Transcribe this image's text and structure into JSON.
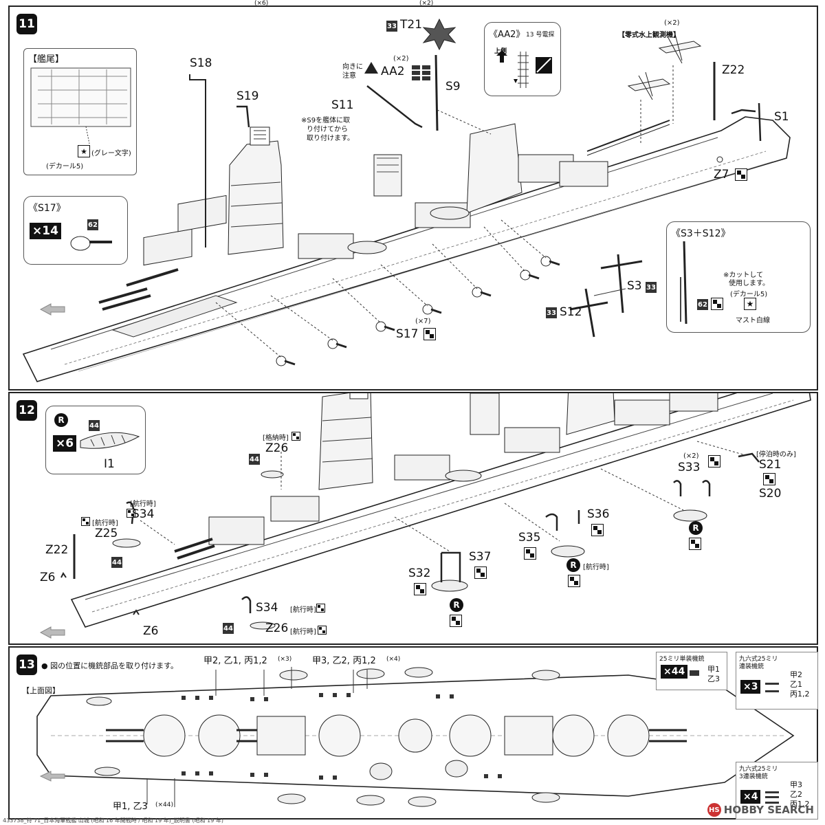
{
  "top_fragments": {
    "left": "(×6)",
    "right": "(×2)"
  },
  "step11": {
    "number": "11",
    "stern_box": {
      "title": "【艦尾】",
      "label": "(グレー文字)",
      "decal": "(デカール5)"
    },
    "s17_box": {
      "title": "《S17》",
      "count": "×14",
      "part_num": "62"
    },
    "aa2_box": {
      "title": "《AA2》",
      "subtitle": "13 号電探",
      "up": "上側"
    },
    "aa2_warning": {
      "note_line1": "向きに",
      "note_line2": "注意",
      "qty": "(×2)",
      "label": "AA2"
    },
    "t21": {
      "num": "33",
      "label": "T21"
    },
    "s9": "S9",
    "s11": "S11",
    "s9_note": [
      "※S9を艦体に取",
      "り付けてから",
      "取り付けます。"
    ],
    "s18": "S18",
    "s19": "S19",
    "plane": {
      "qty": "(×2)",
      "label": "【零式水上観測機】"
    },
    "z22": "Z22",
    "s1": "S1",
    "z7": "Z7",
    "s17": {
      "qty": "(×7)",
      "label": "S17"
    },
    "s3": {
      "label": "S3",
      "num": "33"
    },
    "s12": {
      "label": "S12",
      "num": "33"
    },
    "s3s12_box": {
      "title": "《S3＋S12》",
      "note1": "※カットして",
      "note2": "使用します。",
      "decal": "(デカール5)",
      "num": "62",
      "mast": "マスト白線"
    }
  },
  "step12": {
    "number": "12",
    "boat_box": {
      "mark": "R",
      "count": "×6",
      "num": "44",
      "label": "I1"
    },
    "z26_stowed": {
      "note": "[格納時]",
      "label": "Z26",
      "num": "44"
    },
    "s34_top": {
      "note": "[航行時]",
      "label": "S34"
    },
    "z25": {
      "note": "[航行時]",
      "label": "Z25",
      "num": "44"
    },
    "z22": "Z22",
    "z6_a": "Z6",
    "z6_b": "Z6",
    "s34_bottom": {
      "label": "S34",
      "note": "[航行時]"
    },
    "z26_bottom": {
      "num": "44",
      "label": "Z26",
      "note": "[航行時]"
    },
    "s32": "S32",
    "s37": "S37",
    "s35": "S35",
    "s36": "S36",
    "s36_note": "[航行時]",
    "s33": {
      "qty": "(×2)",
      "label": "S33"
    },
    "s21": {
      "note": "[停泊時のみ]",
      "label": "S21"
    },
    "s20": "S20"
  },
  "step13": {
    "number": "13",
    "instruction": "図の位置に機銃部品を取り付けます。",
    "plan_label": "【上面図】",
    "top_left": {
      "label": "甲2, 乙1, 丙1,2",
      "qty": "(×3)"
    },
    "top_right": {
      "label": "甲3, 乙2, 丙1,2",
      "qty": "(×4)"
    },
    "bottom": {
      "label": "甲1, 乙3",
      "qty": "(×44)"
    },
    "legend1": {
      "title": "25ミリ単装機銃",
      "count": "×44",
      "line1": "甲1",
      "line2": "乙3"
    },
    "legend2": {
      "title1": "九六式25ミリ",
      "title2": "連装機銃",
      "count": "×3",
      "line1": "甲2",
      "line2": "乙1",
      "line3": "丙1,2"
    },
    "legend3": {
      "title1": "九六式25ミリ",
      "title2": "3連装機銃",
      "count": "×4",
      "line1": "甲3",
      "line2": "乙2",
      "line3": "丙1,2"
    }
  },
  "footer": "433738_特 71_日本海軍戦艦 山城 (昭和 16 年開戦時 / 昭和 19 年)_説明書 (昭和 19 年)",
  "watermark": "HOBBY SEARCH"
}
